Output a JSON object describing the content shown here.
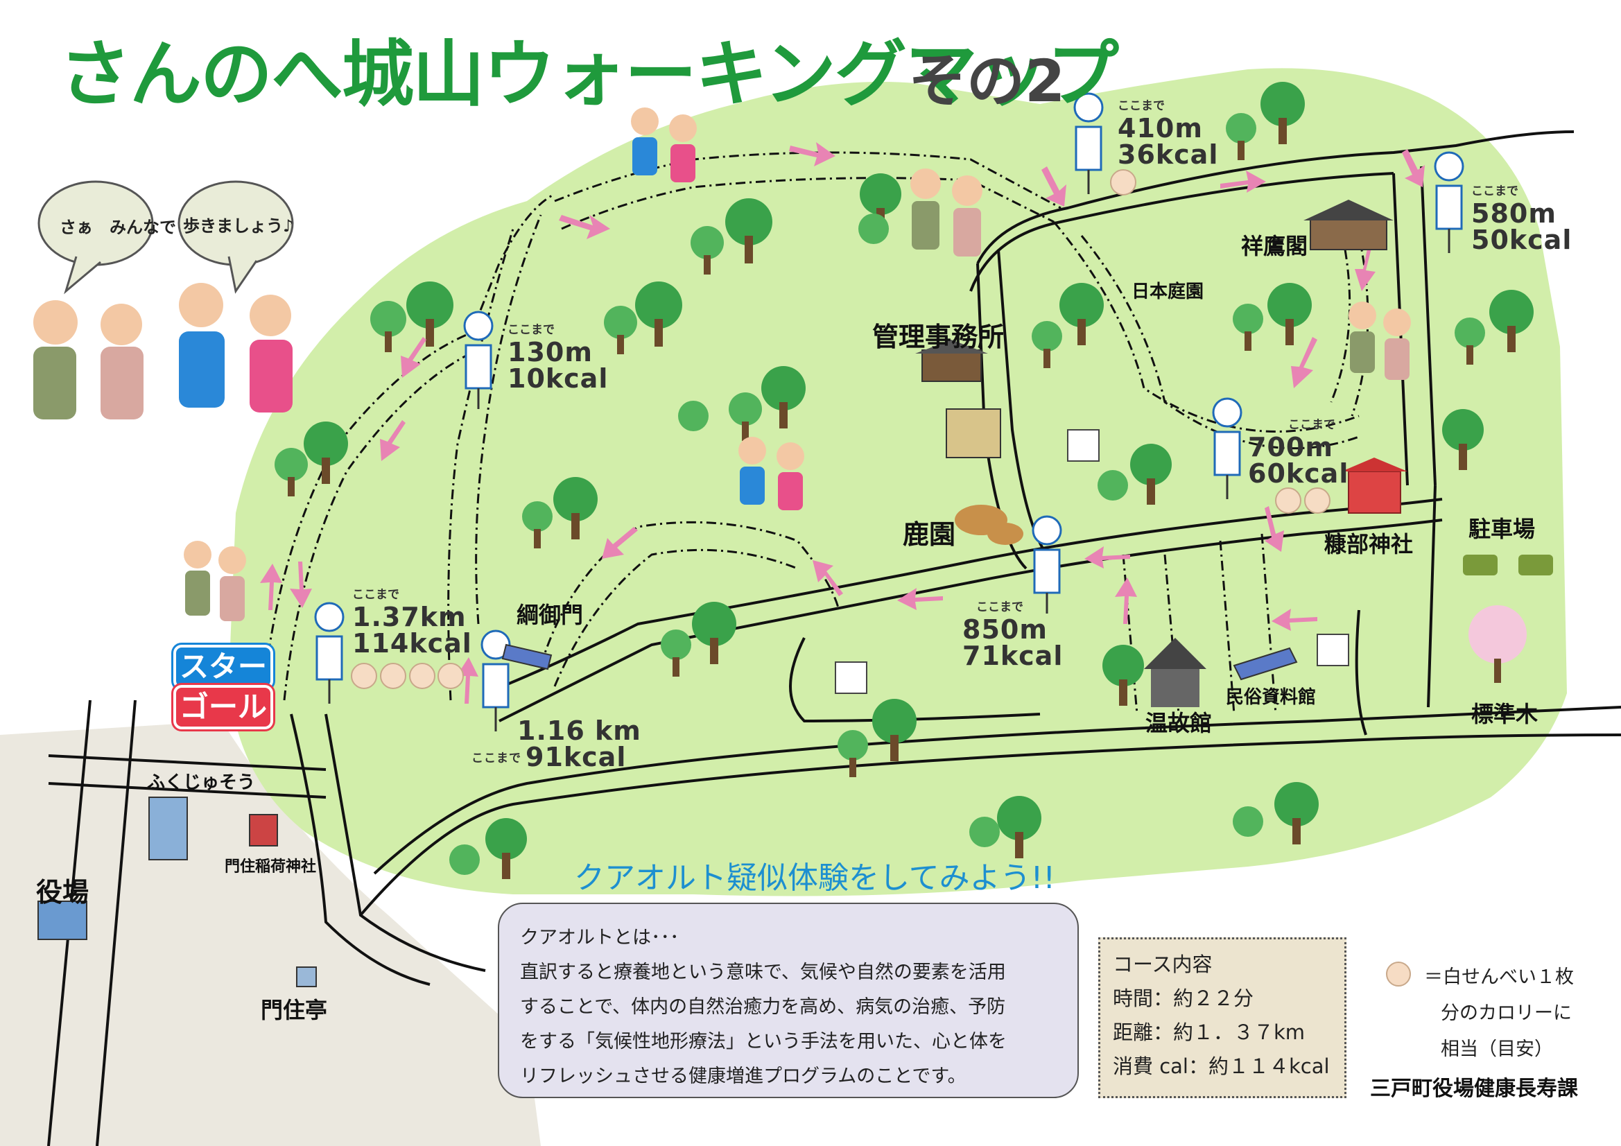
{
  "title": "さんのへ城山ウォーキングマップ",
  "title_suffix": "その2",
  "subtitle": "クアオルト疑似体験をしてみよう!!",
  "speech_bubbles": [
    "さぁ　みんなで",
    "歩きましょう♪"
  ],
  "start_label": "スタート",
  "goal_label": "ゴール",
  "checkpoint_header": "ここまで",
  "checkpoints": [
    {
      "distance": "130m",
      "calories": "10kcal"
    },
    {
      "distance": "410m",
      "calories": "36kcal"
    },
    {
      "distance": "580m",
      "calories": "50kcal"
    },
    {
      "distance": "700m",
      "calories": "60kcal"
    },
    {
      "distance": "850m",
      "calories": "71kcal"
    },
    {
      "distance": "1.16 km",
      "calories": "91kcal"
    },
    {
      "distance": "1.37km",
      "calories": "114kcal"
    }
  ],
  "places": {
    "office": "管理事務所",
    "shokakaku": "祥鷹閣",
    "garden": "日本庭園",
    "deer_park": "鹿園",
    "gate": "綱御門",
    "shrine": "糠部神社",
    "parking": "駐車場",
    "standard_tree": "標準木",
    "onkokan": "温故館",
    "folk_museum": "民俗資料館",
    "fukujuso": "ふくじゅそう",
    "monzumi_shrine": "門住稲荷神社",
    "town_hall": "役場",
    "monzumitei": "門住亭"
  },
  "info": {
    "heading": "クアオルトとは･･･",
    "lines": [
      "直訳すると療養地という意味で、気候や自然の要素を活用",
      "することで、体内の自然治癒力を高め、病気の治癒、予防",
      "をする「気候性地形療法」という手法を用いた、心と体を",
      "リフレッシュさせる健康増進プログラムのことです。"
    ]
  },
  "course": {
    "heading": "コース内容",
    "time": "時間：約２２分",
    "distance": "距離：約１．３７km",
    "calories": "消費 cal：約１１４kcal"
  },
  "legend": {
    "line1": "＝白せんべい１枚",
    "line2": "分のカロリーに",
    "line3": "相当（目安）"
  },
  "department": "三戸町役場健康長寿課",
  "colors": {
    "title": "#1f9a3c",
    "park": "#d2eeaa",
    "ground": "#ebe8df",
    "arrow": "#e884b4",
    "subtitle": "#1d8fd0",
    "start": "#1585d8",
    "goal": "#e8384a"
  }
}
